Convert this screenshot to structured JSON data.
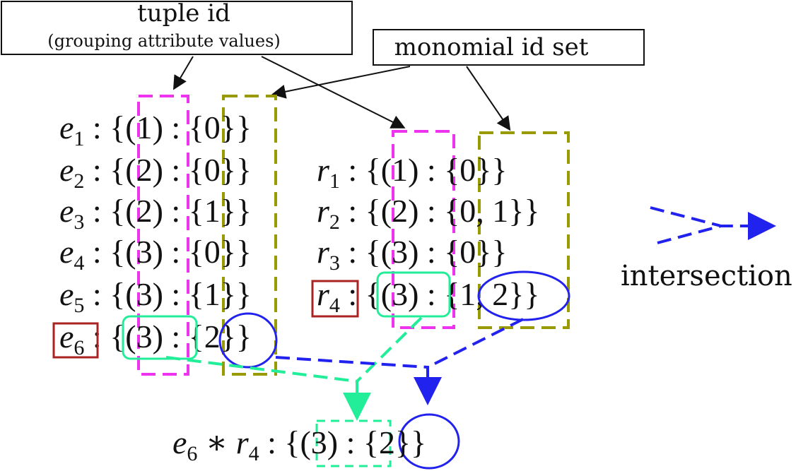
{
  "labels": {
    "tuple_id_title": "tuple id",
    "tuple_id_subtitle": "(grouping attribute values)",
    "monomial_title": "monomial id set",
    "intersection": "intersection"
  },
  "e_rows": [
    {
      "name": "e",
      "sub": "1",
      "tuple": "(1)",
      "monos": "{0}"
    },
    {
      "name": "e",
      "sub": "2",
      "tuple": "(2)",
      "monos": "{0}"
    },
    {
      "name": "e",
      "sub": "3",
      "tuple": "(2)",
      "monos": "{1}"
    },
    {
      "name": "e",
      "sub": "4",
      "tuple": "(3)",
      "monos": "{0}"
    },
    {
      "name": "e",
      "sub": "5",
      "tuple": "(3)",
      "monos": "{1}"
    },
    {
      "name": "e",
      "sub": "6",
      "tuple": "(3)",
      "monos": "{2}"
    }
  ],
  "r_rows": [
    {
      "name": "r",
      "sub": "1",
      "tuple": "(1)",
      "monos": "{0}"
    },
    {
      "name": "r",
      "sub": "2",
      "tuple": "(2)",
      "monos": "{0, 1}"
    },
    {
      "name": "r",
      "sub": "3",
      "tuple": "(3)",
      "monos": "{0}"
    },
    {
      "name": "r",
      "sub": "4",
      "tuple": "(3)",
      "monos": "{1, 2}"
    }
  ],
  "result": {
    "left_name": "e",
    "left_sub": "6",
    "op": "∗",
    "right_name": "r",
    "right_sub": "4",
    "tuple": "(3)",
    "monos": "{2}"
  },
  "colors": {
    "magenta": "#ee33ee",
    "olive": "#999900",
    "teal": "#22ee99",
    "blue": "#2222ee",
    "darkred": "#aa2222",
    "black": "#111111"
  }
}
